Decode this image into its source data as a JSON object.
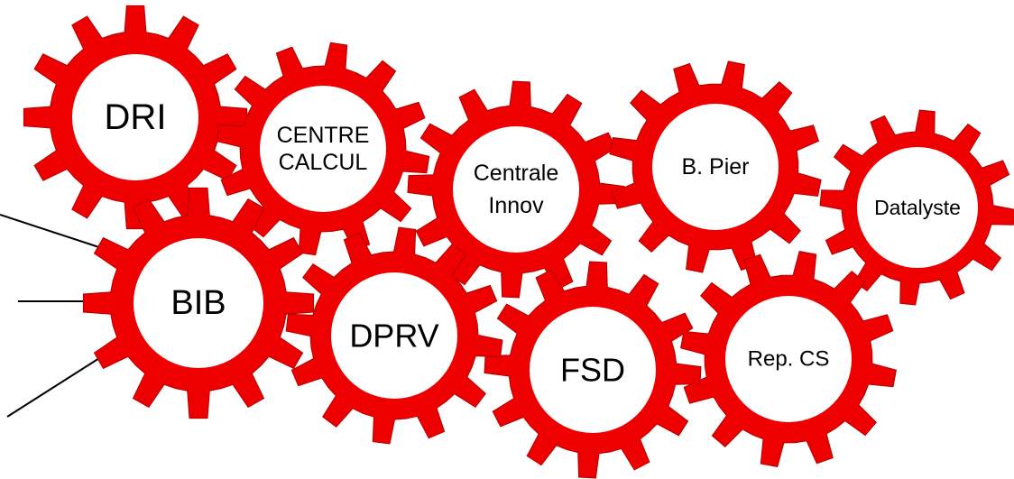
{
  "colors": {
    "gear_fill": "#ee0000",
    "gear_hole": "#ffffff",
    "label_text": "#000000",
    "pointer_lines": "#000000",
    "background": "#ffffff"
  },
  "gears": [
    {
      "id": "dri",
      "lines": [
        "DRI"
      ]
    },
    {
      "id": "centre-calcul",
      "lines": [
        "CENTRE",
        "CALCUL"
      ]
    },
    {
      "id": "centrale-innov",
      "lines": [
        "Centrale",
        "Innov"
      ]
    },
    {
      "id": "b-pier",
      "lines": [
        "B. Pier"
      ]
    },
    {
      "id": "datalyste",
      "lines": [
        "Datalyste"
      ]
    },
    {
      "id": "bib",
      "lines": [
        "BIB"
      ]
    },
    {
      "id": "dprv",
      "lines": [
        "DPRV"
      ]
    },
    {
      "id": "fsd",
      "lines": [
        "FSD"
      ]
    },
    {
      "id": "rep-cs",
      "lines": [
        "Rep. CS"
      ]
    }
  ],
  "pointer_lines_target": "bib",
  "pointer_line_count": 3
}
